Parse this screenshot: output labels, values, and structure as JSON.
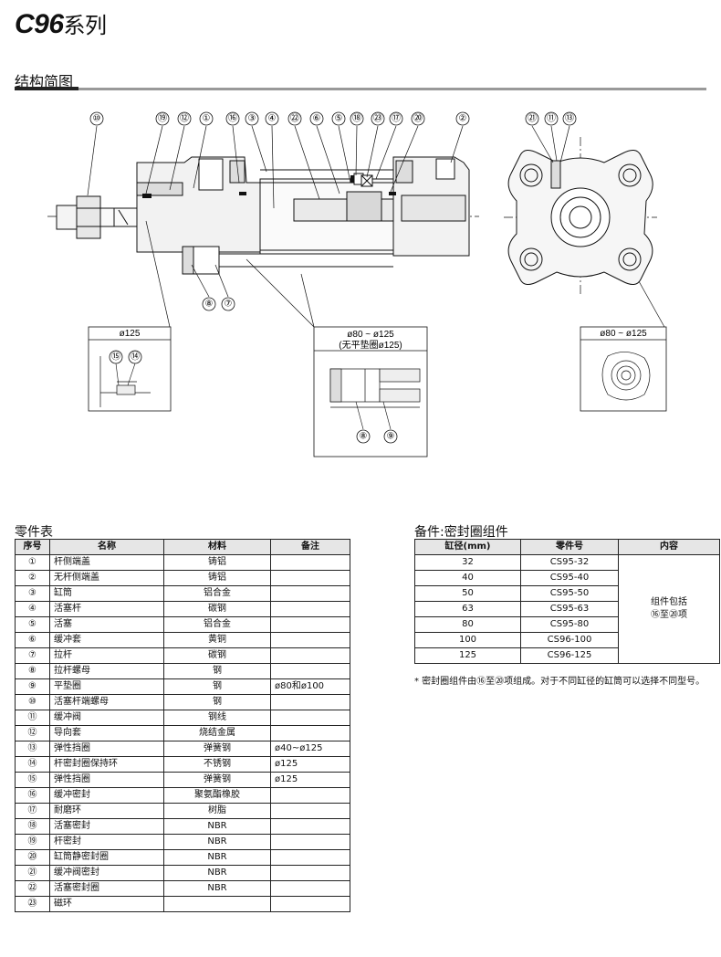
{
  "header": {
    "series_model": "C96",
    "series_suffix": "系列",
    "section_title": "结构简图"
  },
  "diagram": {
    "callouts_top_left": [
      "⑩",
      "⑲",
      "⑫",
      "①",
      "⑯",
      "③",
      "④",
      "㉒",
      "⑥",
      "⑤",
      "⑱",
      "㉓",
      "⑰",
      "⑳",
      "②"
    ],
    "callouts_top_right": [
      "㉑",
      "⑪",
      "⑬"
    ],
    "callouts_bottom": [
      "⑧",
      "⑦"
    ],
    "detail_a": {
      "caption": "ø125",
      "labels": [
        "⑮",
        "⑭"
      ]
    },
    "detail_b": {
      "caption": "ø80 ~ ø125",
      "subcaption": "(无平垫圈ø125)",
      "labels": [
        "⑧",
        "⑨"
      ]
    },
    "detail_c": {
      "caption": "ø80 ~ ø125"
    }
  },
  "parts_table": {
    "title": "零件表",
    "headers": [
      "序号",
      "名称",
      "材料",
      "备注"
    ],
    "rows": [
      [
        "①",
        "杆侧端盖",
        "铸铝",
        ""
      ],
      [
        "②",
        "无杆侧端盖",
        "铸铝",
        ""
      ],
      [
        "③",
        "缸筒",
        "铝合金",
        ""
      ],
      [
        "④",
        "活塞杆",
        "碳钢",
        ""
      ],
      [
        "⑤",
        "活塞",
        "铝合金",
        ""
      ],
      [
        "⑥",
        "缓冲套",
        "黄铜",
        ""
      ],
      [
        "⑦",
        "拉杆",
        "碳钢",
        ""
      ],
      [
        "⑧",
        "拉杆螺母",
        "钢",
        ""
      ],
      [
        "⑨",
        "平垫圈",
        "钢",
        "ø80和ø100"
      ],
      [
        "⑩",
        "活塞杆端螺母",
        "钢",
        ""
      ],
      [
        "⑪",
        "缓冲阀",
        "钢线",
        ""
      ],
      [
        "⑫",
        "导向套",
        "烧结金属",
        ""
      ],
      [
        "⑬",
        "弹性挡圈",
        "弹簧钢",
        "ø40~ø125"
      ],
      [
        "⑭",
        "杆密封圈保持环",
        "不锈钢",
        "ø125"
      ],
      [
        "⑮",
        "弹性挡圈",
        "弹簧钢",
        "ø125"
      ],
      [
        "⑯",
        "缓冲密封",
        "聚氨酯橡胶",
        ""
      ],
      [
        "⑰",
        "耐磨环",
        "树脂",
        ""
      ],
      [
        "⑱",
        "活塞密封",
        "NBR",
        ""
      ],
      [
        "⑲",
        "杆密封",
        "NBR",
        ""
      ],
      [
        "⑳",
        "缸筒静密封圈",
        "NBR",
        ""
      ],
      [
        "㉑",
        "缓冲阀密封",
        "NBR",
        ""
      ],
      [
        "㉒",
        "活塞密封圈",
        "NBR",
        ""
      ],
      [
        "㉓",
        "磁环",
        "",
        ""
      ]
    ]
  },
  "kit_table": {
    "title": "备件:密封圈组件",
    "headers": [
      "缸径(mm)",
      "零件号",
      "内容"
    ],
    "rows": [
      [
        "32",
        "CS95-32"
      ],
      [
        "40",
        "CS95-40"
      ],
      [
        "50",
        "CS95-50"
      ],
      [
        "63",
        "CS95-63"
      ],
      [
        "80",
        "CS95-80"
      ],
      [
        "100",
        "CS96-100"
      ],
      [
        "125",
        "CS96-125"
      ]
    ],
    "content_line1": "组件包括",
    "content_line2": "⑯至⑳项",
    "note": "* 密封圈组件由⑯至⑳项组成。对于不同缸径的缸筒可以选择不同型号。"
  }
}
